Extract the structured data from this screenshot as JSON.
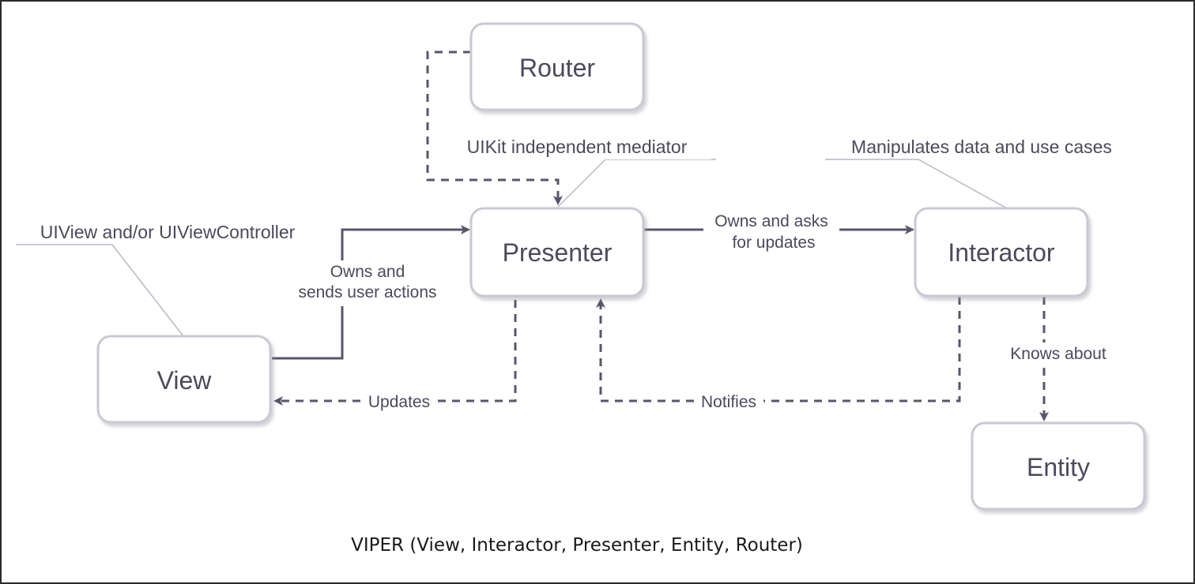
{
  "nodes": {
    "router": "Router",
    "presenter": "Presenter",
    "interactor": "Interactor",
    "view": "View",
    "entity": "Entity"
  },
  "annotations": {
    "router_presenter": "UIKit independent mediator",
    "interactor": "Manipulates data and use cases",
    "view": "UIView and/or UIViewController"
  },
  "edges": {
    "view_to_presenter": [
      "Owns and",
      "sends user actions"
    ],
    "presenter_to_interactor": [
      "Owns and asks",
      "for updates"
    ],
    "presenter_to_view": "Updates",
    "interactor_to_presenter": "Notifies",
    "interactor_to_entity": "Knows about"
  },
  "caption": "VIPER (View, Interactor, Presenter, Entity, Router)",
  "colors": {
    "stroke": "#57566b",
    "node_border": "#c9c9d3",
    "text": "#4a4a5c"
  }
}
